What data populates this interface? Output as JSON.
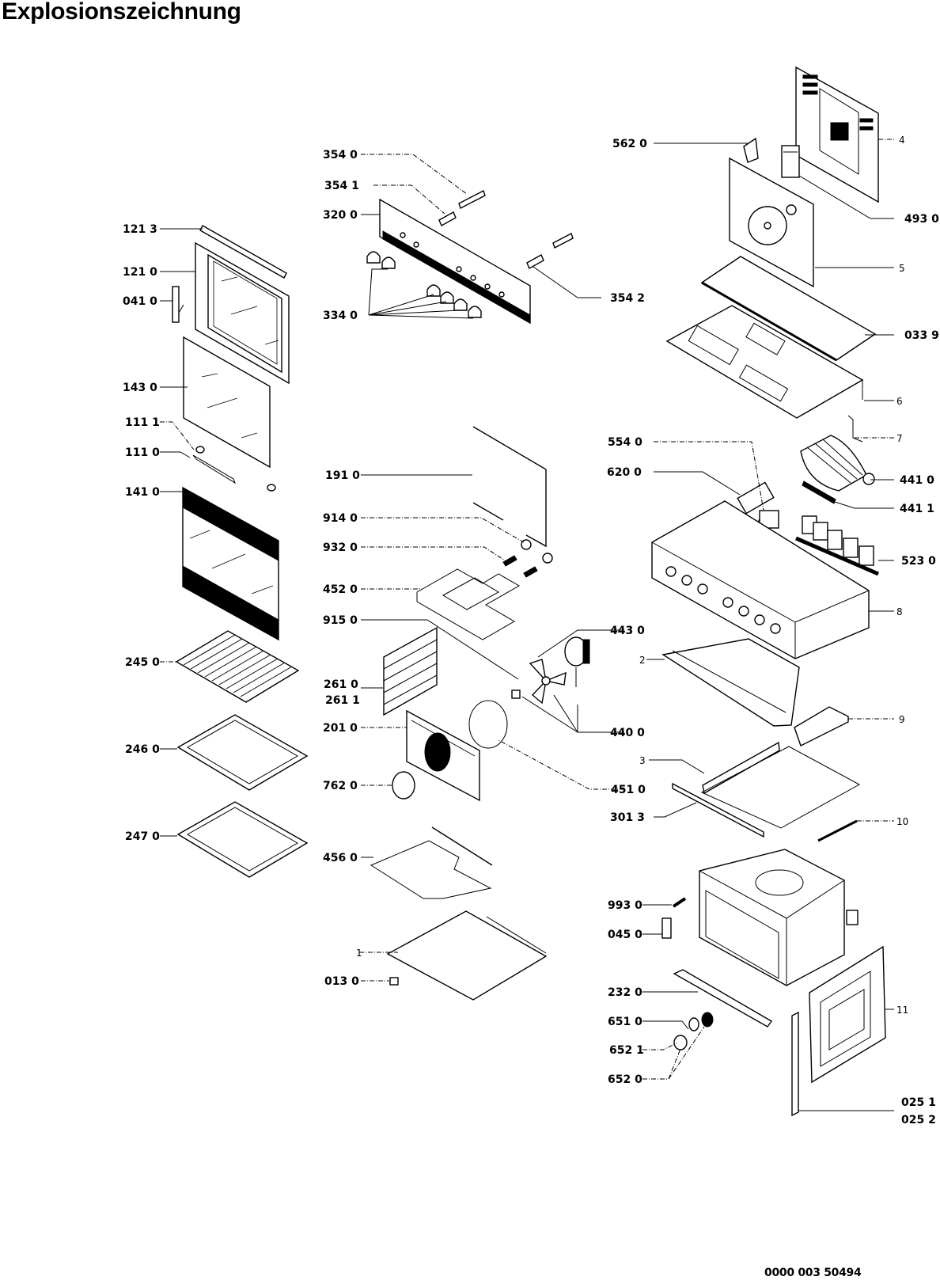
{
  "title": "Explosionszeichnung",
  "document_number": "0000 003 50494",
  "colors": {
    "ink": "#000000",
    "paper": "#ffffff"
  },
  "labels": {
    "l1213": "121 3",
    "l1210": "121 0",
    "l0410": "041 0",
    "l1430": "143 0",
    "l1111": "111 1",
    "l1110": "111 0",
    "l1410": "141 0",
    "l2450": "245 0",
    "l2460": "246 0",
    "l2470": "247 0",
    "l3540": "354 0",
    "l3541": "354 1",
    "l3200": "320 0",
    "l3340": "334 0",
    "l3542": "354 2",
    "l1910": "191 0",
    "l9140": "914 0",
    "l9320": "932 0",
    "l4520": "452 0",
    "l9150": "915 0",
    "l2610": "261 0",
    "l2611": "261 1",
    "l2010": "201 0",
    "l7620": "762 0",
    "l4560": "456 0",
    "l1": "1",
    "l0130": "013 0",
    "l4430": "443 0",
    "l4400": "440 0",
    "l4510": "451 0",
    "l5620": "562 0",
    "l4": "4",
    "l4930": "493 0",
    "l5": "5",
    "l0339": "033 9",
    "l6": "6",
    "l7": "7",
    "l5540": "554 0",
    "l6200": "620 0",
    "l4410": "441 0",
    "l4411": "441 1",
    "l5230": "523 0",
    "l8": "8",
    "l2": "2",
    "l9": "9",
    "l3": "3",
    "l3013": "301 3",
    "l10": "10",
    "l9930": "993 0",
    "l0450": "045 0",
    "l2320": "232 0",
    "l6510": "651 0",
    "l6521": "652 1",
    "l6520": "652 0",
    "l11": "11",
    "l0251": "025 1",
    "l0252": "025 2"
  }
}
